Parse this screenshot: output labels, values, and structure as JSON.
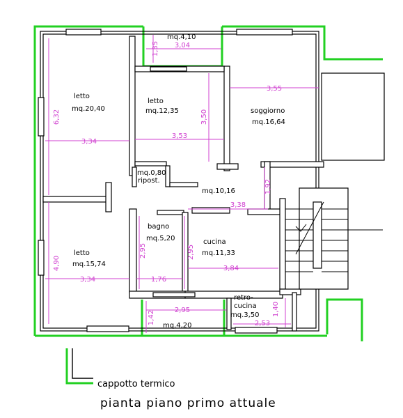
{
  "rooms": {
    "letto1": {
      "name": "letto",
      "area": "mq.20,40"
    },
    "letto2": {
      "name": "letto",
      "area": "mq.12,35"
    },
    "letto3": {
      "name": "letto",
      "area": "mq.15,74"
    },
    "soggiorno": {
      "name": "soggiorno",
      "area": "mq.16,64"
    },
    "balcone_top": {
      "area": "mq.4,10"
    },
    "ripost": {
      "area": "mq.0,80",
      "name": "ripost."
    },
    "corridoio": {
      "area": "mq.10,16"
    },
    "bagno": {
      "name": "bagno",
      "area": "mq.5,20"
    },
    "cucina": {
      "name": "cucina",
      "area": "mq.11,33"
    },
    "retrocucina": {
      "name_line1": "retro-",
      "name_line2": "cucina",
      "area": "mq.3,50"
    },
    "balcone_bottom": {
      "area": "mq.4,20"
    }
  },
  "dimensions": {
    "d135": "1,35",
    "d304": "3,04",
    "d632": "6,32",
    "d334a": "3,34",
    "d353": "3,53",
    "d350": "3,50",
    "d355": "3,55",
    "d192": "1,92",
    "d338": "3,38",
    "d490": "4,90",
    "d334b": "3,34",
    "d176": "1,76",
    "d295a": "2,95",
    "d295b": "2,95",
    "d384": "3,84",
    "d295c": "2,95",
    "d142": "1,42",
    "d140": "1,40",
    "d253": "2,53"
  },
  "legend": {
    "label": "cappotto termico"
  },
  "title": "pianta piano primo attuale",
  "colors": {
    "walls": "#000000",
    "insulation": "#22d022",
    "dimensions": "#d040d0"
  }
}
